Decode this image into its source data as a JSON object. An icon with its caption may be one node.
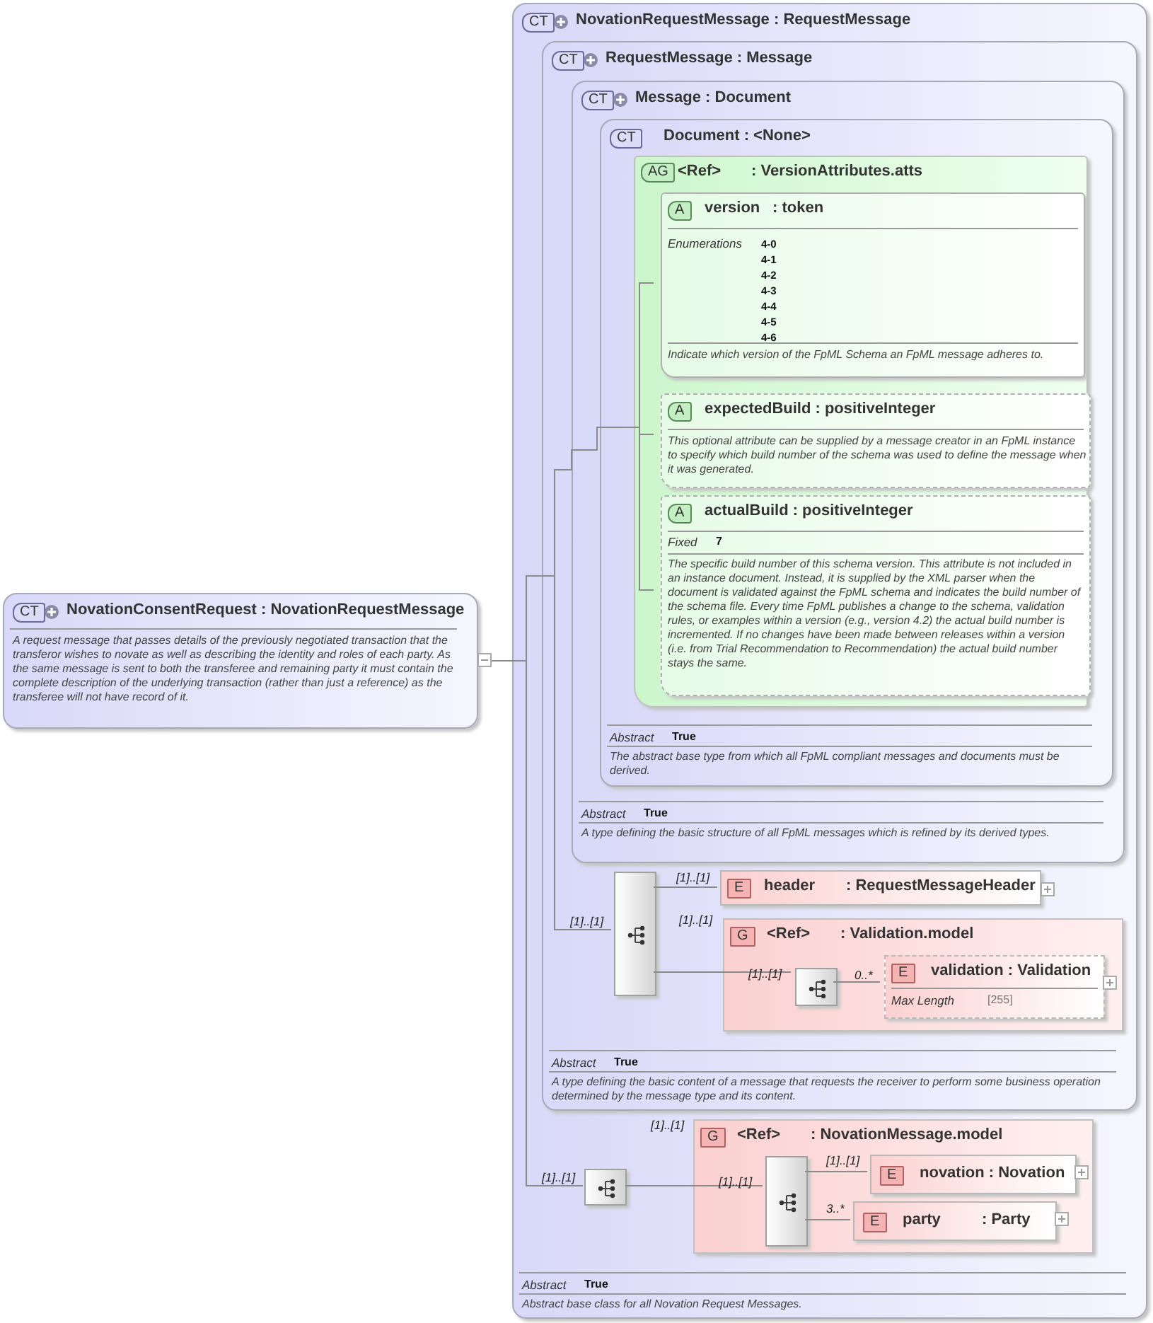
{
  "diagram": {
    "nodes": [
      {
        "text": [
          "CT",
          "NovationConsentRequest : NovationRequestMessage",
          "A request message that passes details of the previously negotiated transaction that the transferor wishes to novate as well as describing the identity and roles of each party. As the same message is sent to both the transferee and remaining party it must contain the complete description of the underlying transaction (rather than just a reference) as the transferee will not have record of it."
        ]
      },
      {
        "text": [
          "CT",
          "NovationRequestMessage : RequestMessage",
          "Abstract",
          "True",
          "Abstract base class for all Novation Request Messages."
        ]
      },
      {
        "text": [
          "CT",
          "RequestMessage : Message",
          "Abstract",
          "True",
          "A type defining the basic content of a message that requests the receiver to perform some business operation determined by the message type and its content."
        ],
        "in": 1
      },
      {
        "text": [
          "CT",
          "Message : Document",
          "Abstract",
          "True",
          "A type defining the basic structure of all FpML messages which is refined by its derived types."
        ],
        "in": 2
      },
      {
        "text": [
          "CT",
          "Document : <None>",
          "Abstract",
          "True",
          "The abstract base type from which all FpML compliant messages and documents must be derived."
        ],
        "in": 3
      },
      {
        "text": [
          "AG",
          "<Ref>",
          ": VersionAttributes.atts"
        ],
        "in": 4
      },
      {
        "text": [
          "A",
          "version",
          ": token",
          "Enumerations",
          "4-0",
          "4-1",
          "4-2",
          "4-3",
          "4-4",
          "4-5",
          "4-6",
          "Indicate which version of the FpML Schema an FpML message adheres to."
        ],
        "in": 5
      },
      {
        "text": [
          "A",
          "expectedBuild : positiveInteger",
          "This optional attribute can be supplied by a message creator in an FpML instance to specify which build number of the schema was used to define the message when it was generated."
        ],
        "in": 5
      },
      {
        "text": [
          "A",
          "actualBuild : positiveInteger",
          "Fixed",
          "7",
          "The specific build number of this schema version. This attribute is not included in an instance document. Instead, it is supplied by the XML parser when the document is validated against the FpML schema and indicates the build number of the schema file. Every time FpML publishes a change to the schema, validation rules, or examples within a version (e.g., version 4.2) the actual build number is incremented. If no changes have been made between releases within a version (i.e. from Trial Recommendation to Recommendation) the actual build number stays the same."
        ],
        "in": 5
      },
      {
        "text": [],
        "shape": "box",
        "in": 2
      },
      {
        "text": [
          "E",
          "header",
          ": RequestMessageHeader"
        ],
        "in": 2
      },
      {
        "text": [
          "G",
          "<Ref>",
          ": Validation.model"
        ],
        "beside": [
          "[1]..[1]"
        ],
        "in": 2
      },
      {
        "text": [],
        "shape": "box",
        "in": 11
      },
      {
        "text": [
          "E",
          "validation : Validation",
          "Max Length",
          "[255]"
        ],
        "in": 11
      },
      {
        "text": [],
        "shape": "box",
        "in": 1
      },
      {
        "text": [
          "G",
          "<Ref>",
          ": NovationMessage.model"
        ],
        "beside": [
          "[1]..[1]"
        ],
        "in": 1
      },
      {
        "text": [],
        "shape": "box",
        "in": 15
      },
      {
        "text": [
          "E",
          "novation : Novation"
        ],
        "in": 15
      },
      {
        "text": [
          "E",
          "party",
          ": Party"
        ],
        "in": 15
      }
    ],
    "edges": [
      {
        "from": 0,
        "to": 6,
        "arrow": "none"
      },
      {
        "from": 0,
        "to": 7,
        "arrow": "none"
      },
      {
        "from": 0,
        "to": 8,
        "arrow": "none"
      },
      {
        "from": 0,
        "to": 9,
        "arrow": "none",
        "label": "[1]..[1]"
      },
      {
        "from": 0,
        "to": 14,
        "arrow": "none",
        "label": "[1]..[1]"
      },
      {
        "from": 9,
        "to": 10,
        "arrow": "none",
        "label": "[1]..[1]"
      },
      {
        "from": 9,
        "to": 12,
        "arrow": "none",
        "label": "[1]..[1]"
      },
      {
        "from": 12,
        "to": 13,
        "arrow": "none",
        "label": "0..*"
      },
      {
        "from": 14,
        "to": 16,
        "arrow": "none",
        "label": "[1]..[1]"
      },
      {
        "from": 16,
        "to": 17,
        "arrow": "none",
        "label": "[1]..[1]"
      },
      {
        "from": 16,
        "to": 18,
        "arrow": "none",
        "label": "3..*"
      }
    ]
  }
}
